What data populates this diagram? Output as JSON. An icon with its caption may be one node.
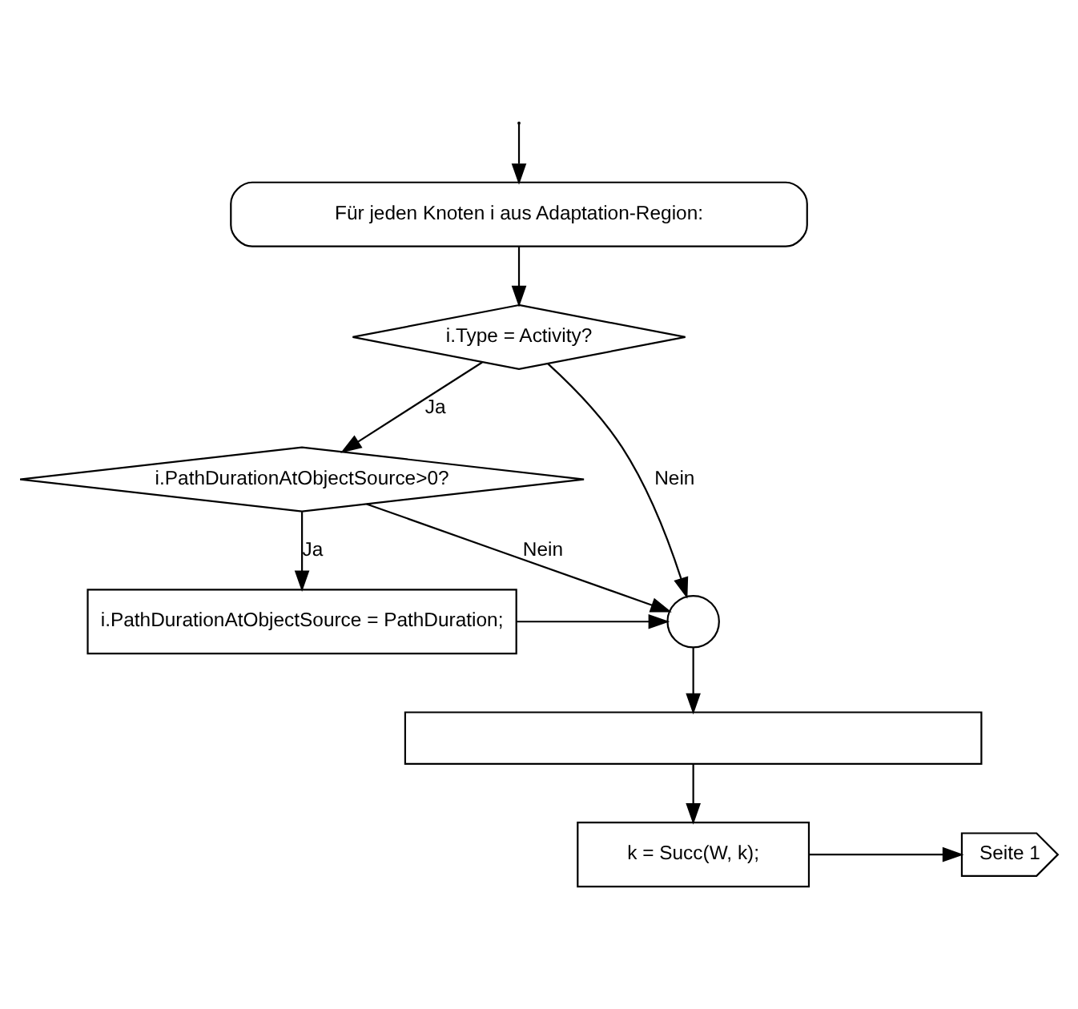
{
  "diagram": {
    "nodes": [
      {
        "text": [
          "Für jeden Knoten i aus Adaptation-Region:"
        ]
      },
      {
        "text": [
          "i.Type = Activity?"
        ]
      },
      {
        "text": [
          "i.PathDurationAtObjectSource>0?"
        ]
      },
      {
        "text": [
          "i.PathDurationAtObjectSource = PathDuration;"
        ]
      },
      {
        "text": [],
        "shape": "circle"
      },
      {
        "text": [],
        "shape": "box"
      },
      {
        "text": [
          "k = Succ(W, k);"
        ]
      },
      {
        "text": [
          "Seite 1"
        ]
      }
    ],
    "edges": [
      {
        "from": null,
        "to": 0,
        "arrow": "to"
      },
      {
        "from": 0,
        "to": 1,
        "arrow": "to"
      },
      {
        "from": 1,
        "to": 2,
        "arrow": "to",
        "label": "Ja"
      },
      {
        "from": 1,
        "to": 4,
        "arrow": "to",
        "label": "Nein"
      },
      {
        "from": 2,
        "to": 4,
        "arrow": "to",
        "label": "Nein"
      },
      {
        "from": 2,
        "to": 3,
        "arrow": "to",
        "label": "Ja"
      },
      {
        "from": 3,
        "to": 4,
        "arrow": "to"
      },
      {
        "from": 4,
        "to": 5,
        "arrow": "to"
      },
      {
        "from": 5,
        "to": 6,
        "arrow": "to"
      },
      {
        "from": 6,
        "to": 7,
        "arrow": "to"
      }
    ]
  }
}
